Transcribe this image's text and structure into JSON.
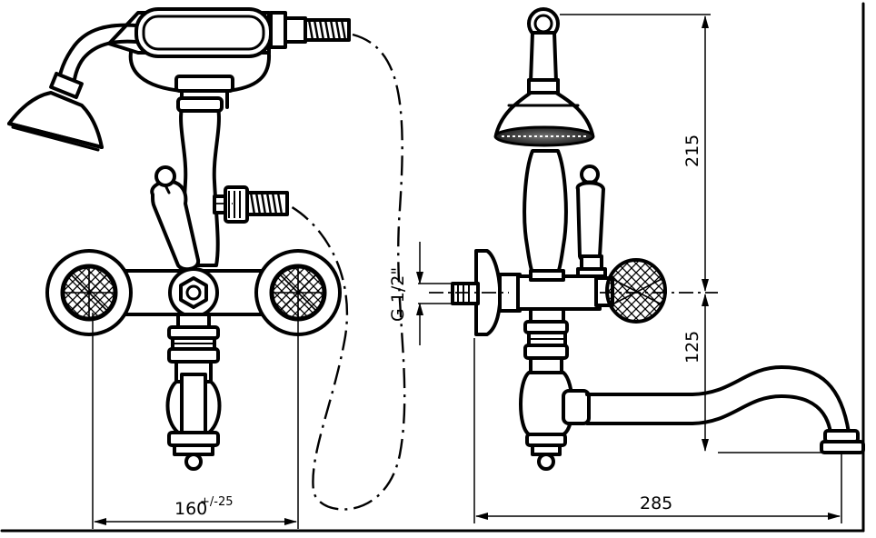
{
  "dimensions": {
    "width_label": "160",
    "tolerance_label": "+/-25",
    "height_top_label": "215",
    "height_bottom_label": "125",
    "reach_label": "285",
    "thread_label": "G 1/2\""
  }
}
